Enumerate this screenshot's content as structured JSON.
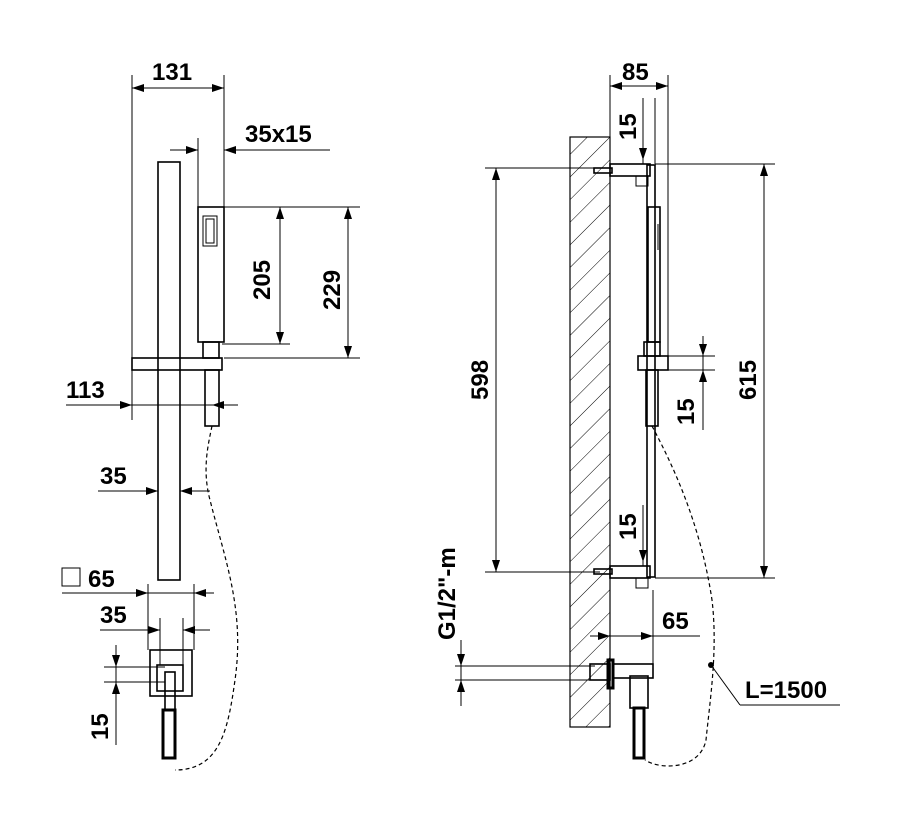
{
  "left_view": {
    "dim_width": "131",
    "dim_handle_section": "35x15",
    "dim_handle_length": "205",
    "dim_handle_total": "229",
    "dim_holder_offset": "113",
    "dim_bar_width": "35",
    "dim_square_plate": "65",
    "dim_connector_width": "35",
    "dim_connector_depth": "15"
  },
  "right_view": {
    "dim_depth": "85",
    "dim_top_bracket": "15",
    "dim_bracket_span": "598",
    "dim_total_height": "615",
    "dim_holder_height": "15",
    "dim_bottom_bracket": "15",
    "dim_outlet_projection": "65",
    "dim_thread": "G1/2\"-m",
    "dim_hose_length": "L=1500"
  }
}
